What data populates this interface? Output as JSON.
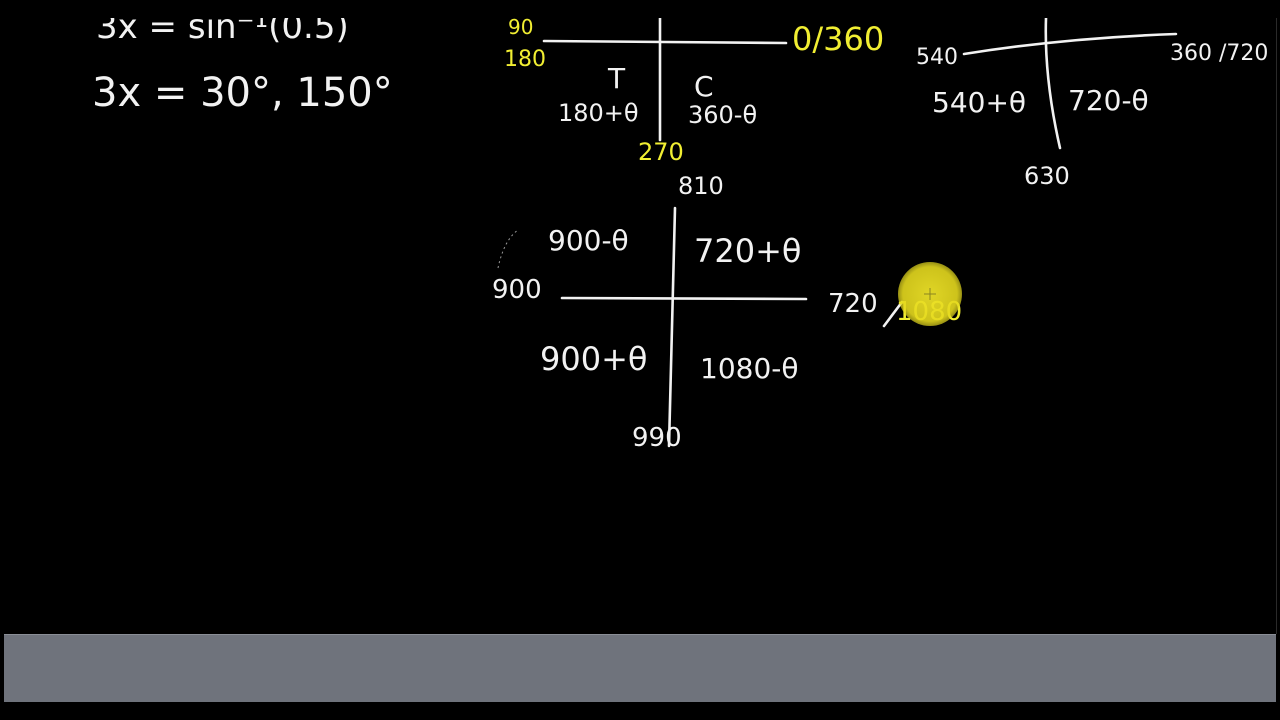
{
  "colors": {
    "background": "#000000",
    "ink_white": "#f2f2f2",
    "ink_yellow": "#f1ee32",
    "bottom_bar": "#6f737c",
    "pointer": "#ece128"
  },
  "equations": {
    "line1": "3x = sin⁻¹(0.5)",
    "line2": "3x = 30°, 150°"
  },
  "quadrant_first": {
    "left_yellow": "90",
    "left_yellow_2": "180",
    "right_yellow": "0/360",
    "bottom_yellow": "270",
    "tan_letter": "T",
    "cos_letter": "C",
    "q3_expr": "180+θ",
    "q4_expr": "360-θ"
  },
  "quadrant_second": {
    "left": "540",
    "right": "360 /720",
    "bottom": "630",
    "q3_expr": "540+θ",
    "q4_expr": "720-θ"
  },
  "quadrant_third": {
    "top": "810",
    "left": "900",
    "right": "720",
    "right_yellow": "1080",
    "bottom": "990",
    "q2_expr": "900-θ",
    "q1_expr": "720+θ",
    "q3_expr": "900+θ",
    "q4_expr": "1080-θ"
  },
  "icons": {
    "pointer": "pointer-highlight-icon"
  }
}
